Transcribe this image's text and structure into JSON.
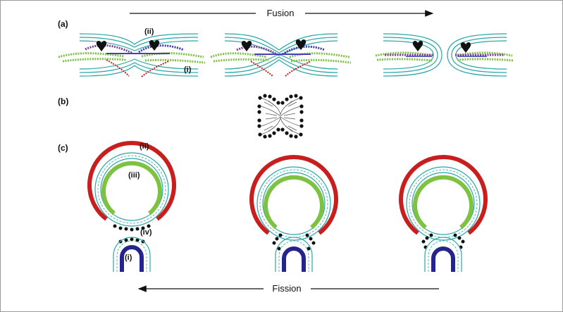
{
  "arrows": {
    "top": "Fusion",
    "bottom": "Fission"
  },
  "panels": {
    "a": {
      "label": "(a)",
      "callouts": {
        "ii": "(ii)",
        "i": "(i)"
      }
    },
    "b": {
      "label": "(b)"
    },
    "c": {
      "label": "(c)",
      "callouts": {
        "ii": "(ii)",
        "iii": "(iii)",
        "iv": "(iv)",
        "i": "(i)"
      }
    }
  },
  "colors": {
    "membrane": "#2aa6a6",
    "red_coat": "#c81e1e",
    "green_coat": "#7ec242",
    "navy_coat": "#24248c",
    "purple": "#7a3fa0",
    "black": "#111111"
  }
}
